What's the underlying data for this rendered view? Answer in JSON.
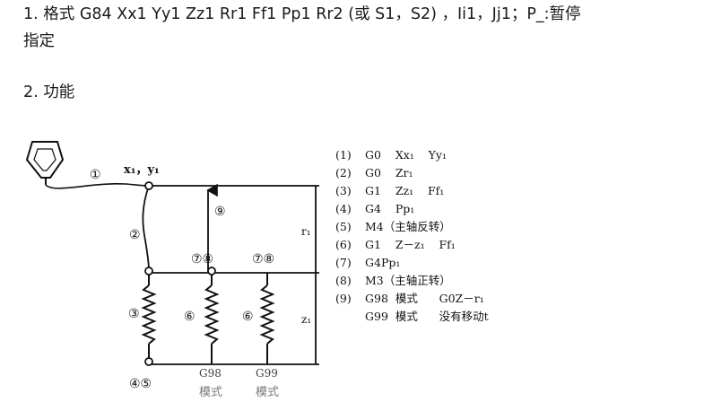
{
  "text": {
    "line1": "1. 格式  G84 Xx1 Yy1 Zz1 Rr1 Ff1 Pp1 Rr2 (或  S1，S2)  ，Ii1，Jj1；P_:暂停",
    "line2": "指定",
    "heading2": "2.  功能"
  },
  "diagram": {
    "marks": {
      "m1": "①",
      "m2": "②",
      "m3": "③",
      "m45": "④⑤",
      "m6a": "⑥",
      "m6b": "⑥",
      "m78a": "⑦⑧",
      "m78b": "⑦⑧",
      "m9": "⑨"
    },
    "point_label": "x₁，y₁",
    "dim_r": "r₁",
    "dim_z": "z₁",
    "g98": {
      "code": "G98",
      "mode": "模式"
    },
    "g99": {
      "code": "G99",
      "mode": "模式"
    },
    "steps": [
      {
        "num": "(1)",
        "cmd": "G0    Xx₁    Yy₁"
      },
      {
        "num": "(2)",
        "cmd": "G0    Zr₁"
      },
      {
        "num": "(3)",
        "cmd": "G1    Zz₁    Ff₁"
      },
      {
        "num": "(4)",
        "cmd": "G4    Pp₁"
      },
      {
        "num": "(5)",
        "cmd": "M4（主轴反转）"
      },
      {
        "num": "(6)",
        "cmd": "G1    Z－z₁    Ff₁"
      },
      {
        "num": "(7)",
        "cmd": "G4Pp₁"
      },
      {
        "num": "(8)",
        "cmd": "M3（主轴正转）"
      },
      {
        "num": "(9)",
        "cmd": "G98  模式      G0Z－r₁"
      },
      {
        "num": "",
        "cmd": "G99  模式      没有移动t"
      }
    ]
  }
}
